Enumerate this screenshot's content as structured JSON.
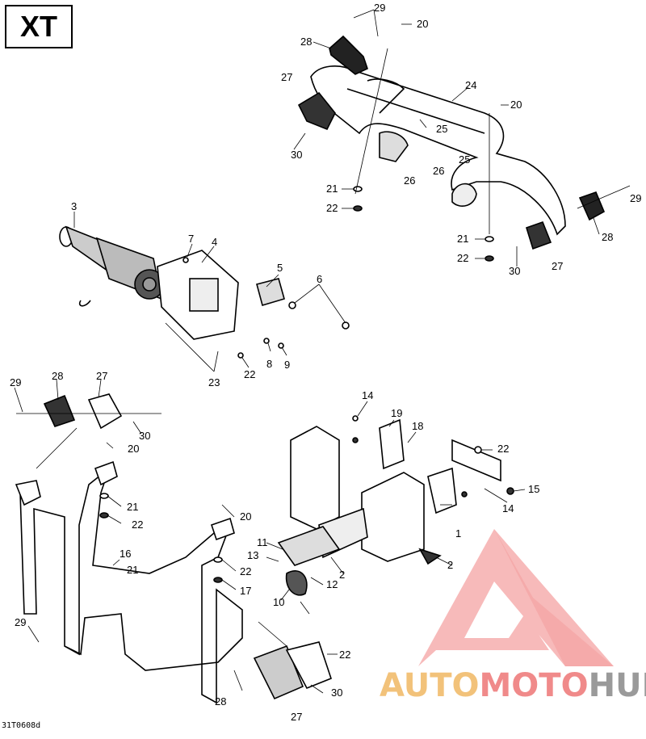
{
  "badge": "XT",
  "ref_code": "31T0608d",
  "watermark": {
    "part1": "AUTO",
    "part2": "MOTO",
    "part3": "HUB",
    "colors": {
      "auto": "#f2c27a",
      "moto": "#f08a8a",
      "hub": "#9a9a9a",
      "logo": "#f3a3a3"
    }
  },
  "labels": [
    "29",
    "20",
    "28",
    "24",
    "27",
    "20",
    "25",
    "30",
    "26",
    "25",
    "26",
    "21",
    "22",
    "29",
    "28",
    "21",
    "22",
    "30",
    "27",
    "3",
    "7",
    "4",
    "5",
    "6",
    "8",
    "9",
    "22",
    "23",
    "29",
    "28",
    "27",
    "30",
    "20",
    "21",
    "22",
    "20",
    "16",
    "21",
    "22",
    "17",
    "29",
    "28",
    "27",
    "30",
    "22",
    "14",
    "19",
    "18",
    "22",
    "15",
    "14",
    "1",
    "2",
    "11",
    "13",
    "2",
    "12",
    "10"
  ]
}
